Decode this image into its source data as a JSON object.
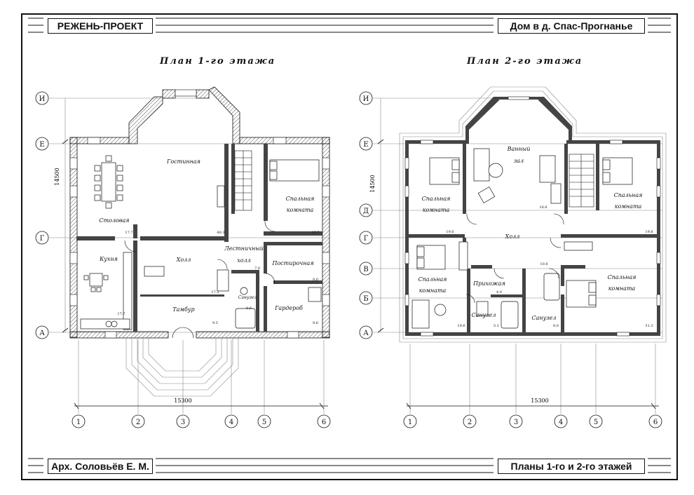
{
  "header": {
    "left_label": "РЕЖЕНЬ-ПРОЕКТ",
    "right_label": "Дом в д. Спас-Прогнанье"
  },
  "footer": {
    "left_label": "Арх. Соловьёв Е. М.",
    "right_label": "Планы 1-го и 2-го этажей"
  },
  "plans": {
    "first": {
      "title": "План 1-го этажа",
      "rows": [
        "И",
        "Е",
        "Г",
        "А"
      ],
      "columns": [
        "1",
        "2",
        "3",
        "4",
        "5",
        "6"
      ],
      "dim_width": "15300",
      "dim_height": "14500",
      "rooms": {
        "living": "Гостинная",
        "dining": "Столовая",
        "kitchen": "Кухня",
        "hall": "Холл",
        "vestibule": "Тамбур",
        "stair_hall_1": "Лестничный",
        "stair_hall_2": "холл",
        "bedroom_1": "Спальная",
        "bedroom_2": "комната",
        "utility": "Постирочная",
        "wardrobe": "Гардероб",
        "bath": "Санузел"
      },
      "areas": [
        "17.7",
        "40.3",
        "17.7",
        "17.7",
        "7.0",
        "17.2",
        "9.0",
        "9.5",
        "9.6",
        "8.6"
      ]
    },
    "second": {
      "title": "План 2-го этажа",
      "rows": [
        "И",
        "Е",
        "Д",
        "Г",
        "В",
        "Б",
        "А"
      ],
      "columns": [
        "1",
        "2",
        "3",
        "4",
        "5",
        "6"
      ],
      "dim_width": "15300",
      "dim_height": "14500",
      "rooms": {
        "bathroom_1": "Ванный",
        "bathroom_2": "зал",
        "bed_a_1": "Спальная",
        "bed_a_2": "комната",
        "bed_b_1": "Спальная",
        "bed_b_2": "комната",
        "hall": "Холл",
        "bed_c_1": "Спальная",
        "bed_c_2": "комната",
        "anteroom": "Прихожая",
        "bed_d_1": "Спальная",
        "bed_d_2": "комната",
        "wc_1": "Санузел",
        "wc_2": "Санузел"
      },
      "areas": [
        "16.6",
        "19.6",
        "19.6",
        "10.0",
        "4.0",
        "19.6",
        "5.1",
        "8.0",
        "31.3"
      ]
    }
  }
}
